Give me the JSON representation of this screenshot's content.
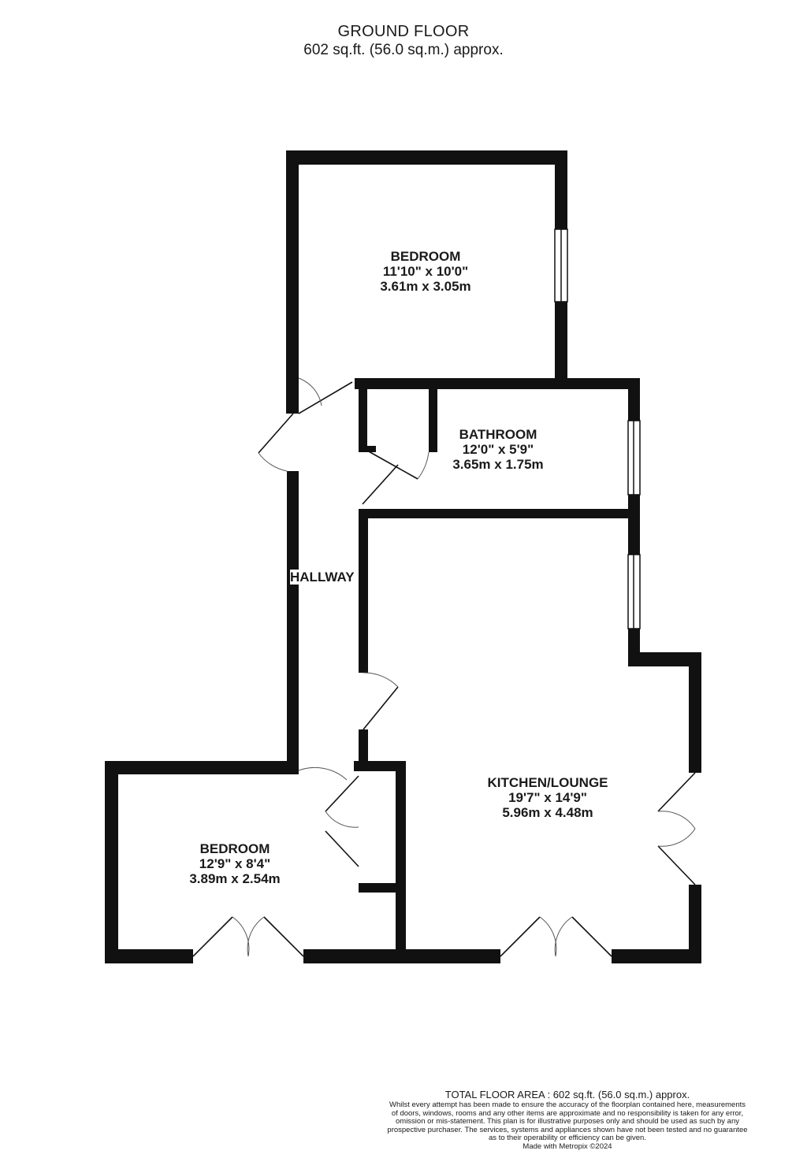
{
  "header": {
    "title": "GROUND FLOOR",
    "area": "602 sq.ft. (56.0 sq.m.) approx."
  },
  "rooms": {
    "bedroom1": {
      "name": "BEDROOM",
      "imperial": "11'10\"  x 10'0\"",
      "metric": "3.61m  x 3.05m"
    },
    "bathroom": {
      "name": "BATHROOM",
      "imperial": "12'0\"  x 5'9\"",
      "metric": "3.65m  x 1.75m"
    },
    "hallway": {
      "name": "HALLWAY"
    },
    "kitchen": {
      "name": "KITCHEN/LOUNGE",
      "imperial": "19'7\"  x 14'9\"",
      "metric": "5.96m  x 4.48m"
    },
    "bedroom2": {
      "name": "BEDROOM",
      "imperial": "12'9\"  x 8'4\"",
      "metric": "3.89m  x 2.54m"
    }
  },
  "footer": {
    "total": "TOTAL FLOOR AREA : 602 sq.ft. (56.0 sq.m.) approx.",
    "disclaimer_lines": [
      "Whilst every attempt has been made to ensure the accuracy of the floorplan contained here, measurements",
      "of doors, windows, rooms and any other items are approximate and no responsibility is taken for any error,",
      "omission or mis-statement. This plan is for illustrative purposes only and should be used as such by any",
      "prospective purchaser. The services, systems and appliances shown have not been tested and no guarantee",
      "as to their operability or efficiency can be given."
    ],
    "credit": "Made with Metropix ©2024"
  }
}
